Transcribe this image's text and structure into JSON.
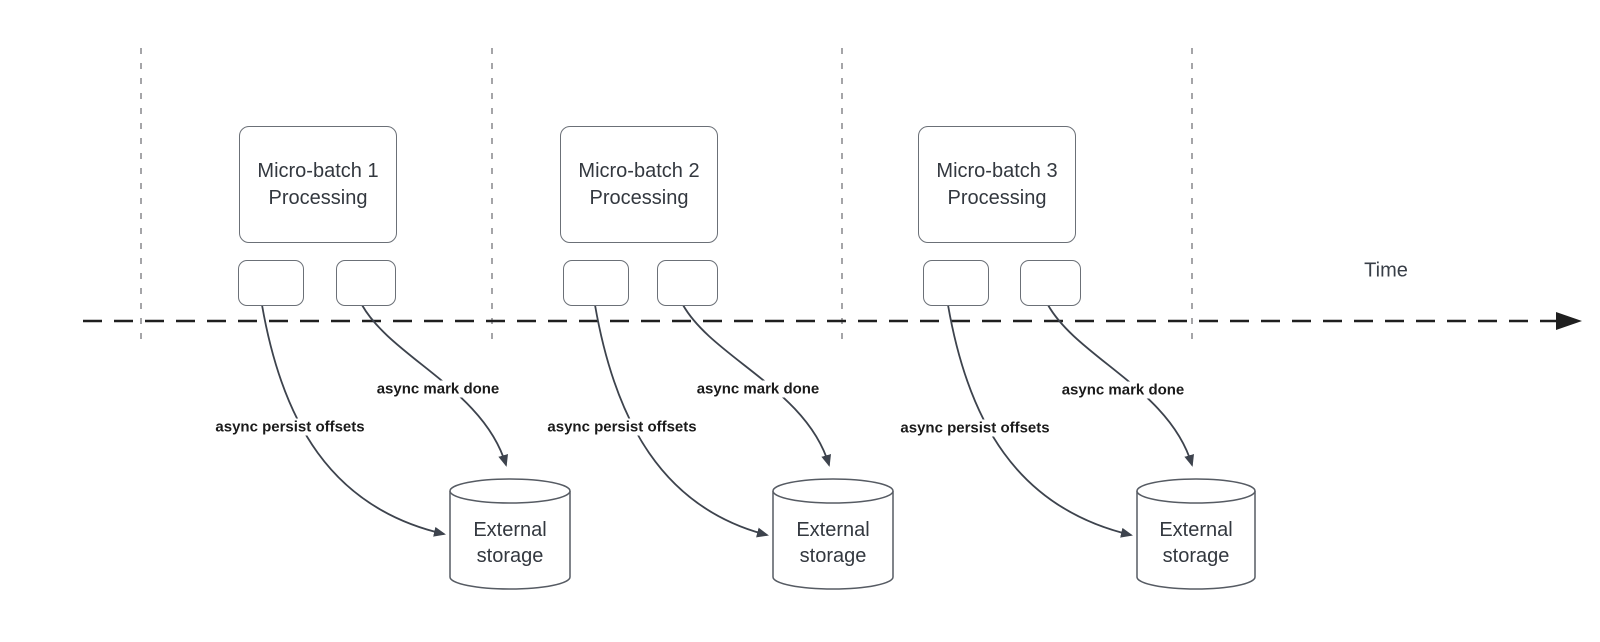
{
  "time_axis_label": "Time",
  "groups": [
    {
      "title_line1": "Micro-batch 1",
      "title_line2": "Processing",
      "persist_arrow_label": "async persist offsets",
      "done_arrow_label": "async mark done",
      "storage_line1": "External",
      "storage_line2": "storage"
    },
    {
      "title_line1": "Micro-batch 2",
      "title_line2": "Processing",
      "persist_arrow_label": "async persist offsets",
      "done_arrow_label": "async mark done",
      "storage_line1": "External",
      "storage_line2": "storage"
    },
    {
      "title_line1": "Micro-batch 3",
      "title_line2": "Processing",
      "persist_arrow_label": "async persist offsets",
      "done_arrow_label": "async mark done",
      "storage_line1": "External",
      "storage_line2": "storage"
    }
  ],
  "colors": {
    "axis_line": "#1f1f1f",
    "separator_line": "#a5a5a8",
    "arrow_stroke": "#3d434d",
    "shape_border": "#6b7077",
    "shape_text": "#33383f",
    "label_text": "#1b1b1b"
  }
}
